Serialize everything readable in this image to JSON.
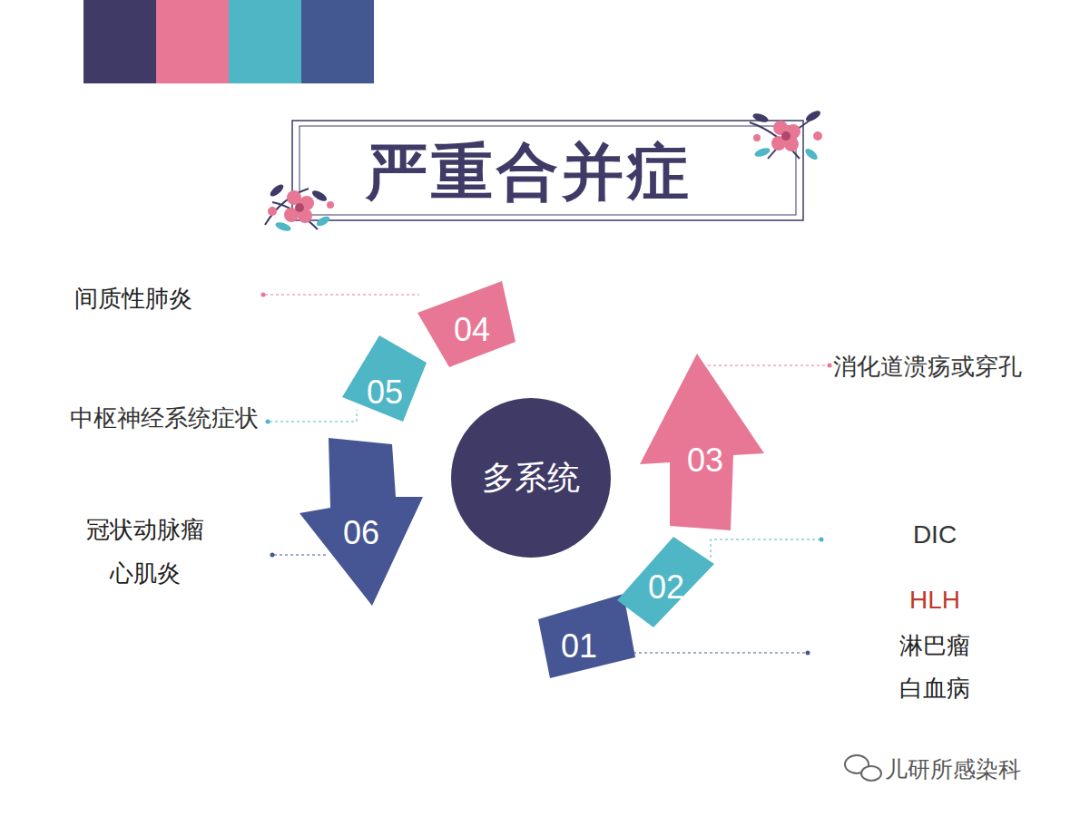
{
  "diagram": {
    "title": "严重合并症",
    "nodes": [
      {
        "text": [
          "多系统"
        ]
      },
      {
        "text": [
          "01"
        ]
      },
      {
        "text": [
          "02"
        ]
      },
      {
        "text": [
          "03"
        ]
      },
      {
        "text": [
          "04"
        ]
      },
      {
        "text": [
          "05"
        ]
      },
      {
        "text": [
          "06"
        ]
      }
    ],
    "labels": [
      "间质性肺炎",
      "中枢神经系统症状",
      "冠状动脉瘤",
      "心肌炎",
      "消化道溃疡或穿孔",
      "DIC",
      "HLH",
      "淋巴瘤",
      "白血病",
      "儿研所感染科"
    ]
  }
}
